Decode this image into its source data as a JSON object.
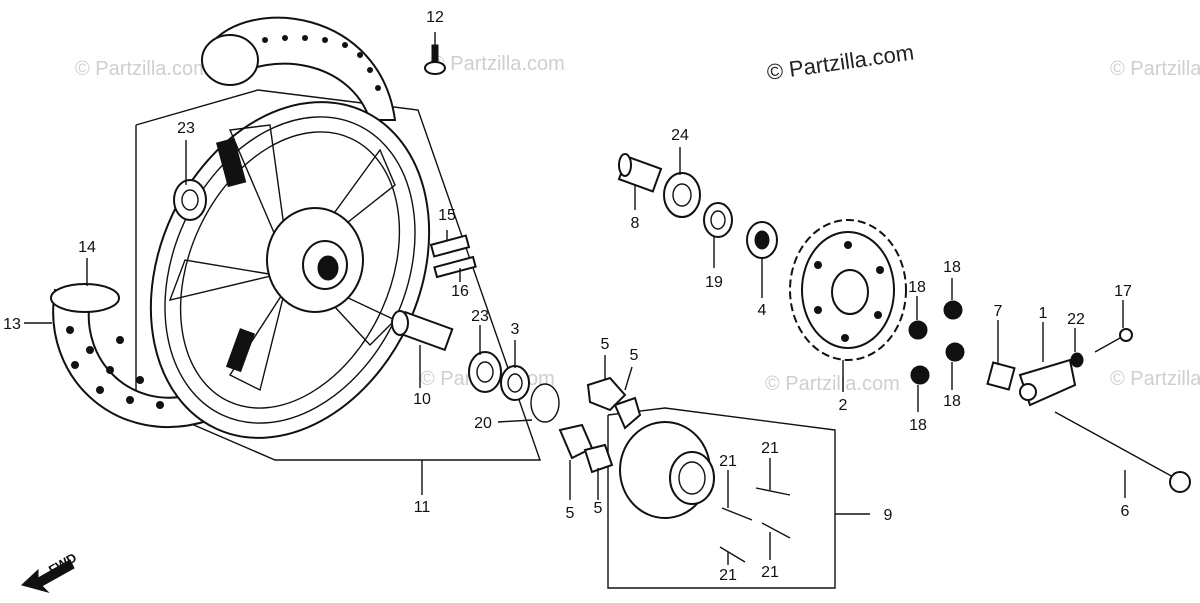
{
  "watermark": {
    "main": "© Partzilla.com",
    "faint": "© Partzilla.com"
  },
  "fwd_label": "FWD",
  "callouts": {
    "n1": "1",
    "n2": "2",
    "n3": "3",
    "n4": "4",
    "n5a": "5",
    "n5b": "5",
    "n5c": "5",
    "n5d": "5",
    "n6": "6",
    "n7": "7",
    "n8": "8",
    "n9": "9",
    "n10": "10",
    "n11": "11",
    "n12": "12",
    "n13": "13",
    "n14": "14",
    "n15": "15",
    "n16": "16",
    "n17": "17",
    "n18a": "18",
    "n18b": "18",
    "n18c": "18",
    "n18d": "18",
    "n19": "19",
    "n20": "20",
    "n21a": "21",
    "n21b": "21",
    "n21c": "21",
    "n21d": "21",
    "n22": "22",
    "n23a": "23",
    "n23b": "23",
    "n24": "24"
  },
  "colors": {
    "ink": "#111111",
    "paper": "#ffffff",
    "watermark": "#cfcfcf"
  }
}
